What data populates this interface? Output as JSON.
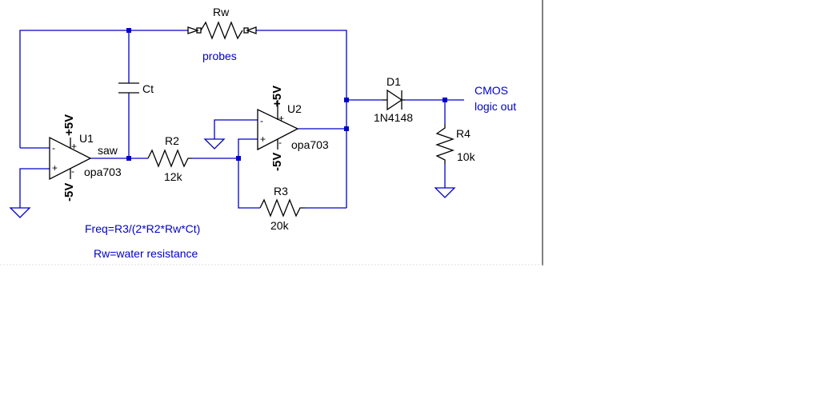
{
  "schematic": {
    "resistors": {
      "rw": {
        "ref": "Rw",
        "value": "probes"
      },
      "r2": {
        "ref": "R2",
        "value": "12k"
      },
      "r3": {
        "ref": "R3",
        "value": "20k"
      },
      "r4": {
        "ref": "R4",
        "value": "10k"
      }
    },
    "capacitor": {
      "ref": "Ct"
    },
    "diode": {
      "ref": "D1",
      "value": "1N4148"
    },
    "u1": {
      "ref": "U1",
      "part": "opa703",
      "vpos": "+5V",
      "vneg": "-5V",
      "plus": "+",
      "minus": "-"
    },
    "u2": {
      "ref": "U2",
      "part": "opa703",
      "vpos": "+5V",
      "vneg": "-5V",
      "plus": "+",
      "minus": "-"
    },
    "net_saw": "saw",
    "output_label": {
      "line1": "CMOS",
      "line2": "logic out"
    },
    "notes": {
      "freq": "Freq=R3/(2*R2*Rw*Ct)",
      "rw_def": "Rw=water resistance"
    },
    "colors": {
      "wire": "#0000cc",
      "component": "#000000",
      "background": "#ffffff"
    }
  }
}
